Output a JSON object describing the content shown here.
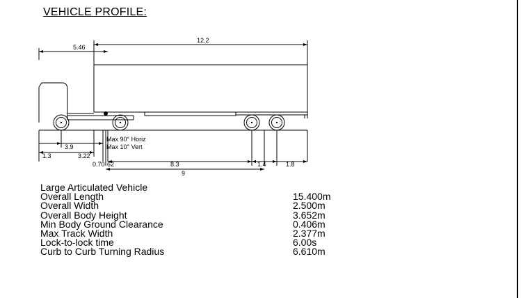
{
  "title": "VEHICLE PROFILE:",
  "dimensions": {
    "d_5_46": "5.46",
    "d_12_2": "12.2",
    "d_1_3": "1.3",
    "d_3_9": "3.9",
    "d_3_22": "3.22",
    "d_0_70": "0.70",
    "d_62": "62",
    "d_8_3": "8.3",
    "d_9": "9",
    "d_1_4": "1.4",
    "d_1_8": "1.8"
  },
  "articulation": {
    "horiz": "Max 90° Horiz",
    "vert": "Max 10° Vert"
  },
  "vehicle_name": "Large Articulated Vehicle",
  "specs": [
    {
      "label": "Overall Length",
      "value": "15.400m"
    },
    {
      "label": "Overall Width",
      "value": "2.500m"
    },
    {
      "label": "Overall Body Height",
      "value": "3.652m"
    },
    {
      "label": "Min Body Ground Clearance",
      "value": "0.406m"
    },
    {
      "label": "Max Track Width",
      "value": "2.377m"
    },
    {
      "label": "Lock-to-lock time",
      "value": "6.00s"
    },
    {
      "label": "Curb to Curb Turning Radius",
      "value": "6.610m"
    }
  ]
}
